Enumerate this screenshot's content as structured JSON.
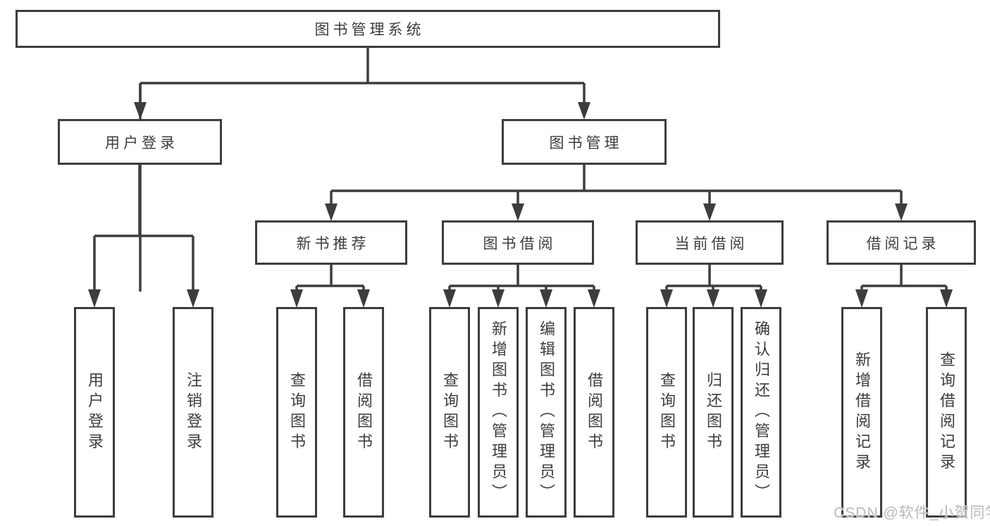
{
  "tree": {
    "root": {
      "label": "图书管理系统"
    },
    "branches": [
      {
        "label": "用户登录",
        "children": [
          {
            "label": "用户登录"
          },
          {
            "label": "注销登录"
          }
        ]
      },
      {
        "label": "图书管理",
        "children": [
          {
            "label": "新书推荐",
            "children": [
              {
                "label": "查询图书"
              },
              {
                "label": "借阅图书"
              }
            ]
          },
          {
            "label": "图书借阅",
            "children": [
              {
                "label": "查询图书"
              },
              {
                "label": "新增图书（管理员）"
              },
              {
                "label": "编辑图书（管理员）"
              },
              {
                "label": "借阅图书"
              }
            ]
          },
          {
            "label": "当前借阅",
            "children": [
              {
                "label": "查询图书"
              },
              {
                "label": "归还图书"
              },
              {
                "label": "确认归还（管理员）"
              }
            ]
          },
          {
            "label": "借阅记录",
            "children": [
              {
                "label": "新增借阅记录"
              },
              {
                "label": "查询借阅记录"
              }
            ]
          }
        ]
      }
    ]
  },
  "watermark": "CSDN @软件_小贺同学",
  "colors": {
    "line": "#3d3d3d",
    "text": "#3c3c3c",
    "watermark": "#b9b9b9",
    "background": "#ffffff"
  }
}
